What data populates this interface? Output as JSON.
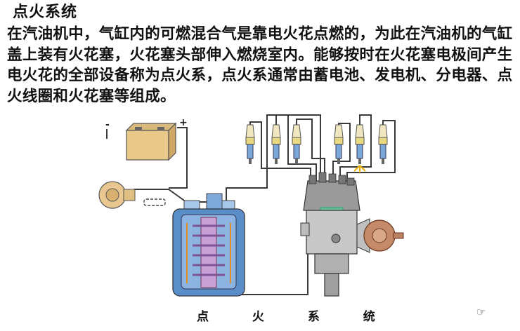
{
  "slide": {
    "title": "点火系统",
    "body": "在汽油机中，气缸内的可燃混合气是靠电火花点燃的，为此在汽油机的气缸盖上装有火花塞，火花塞头部伸入燃烧室内。能够按时在火花塞电极间产生电火花的全部设备称为点火系，点火系通常由蓄电池、发电机、分电器、点火线圈和火花塞等组成。"
  },
  "diagram": {
    "battery_minus": "-",
    "battery_plus": "+",
    "caption": "点 火 系 统",
    "pointer_icon": "hand-pointer-icon",
    "colors": {
      "wire": "#3a3a3a",
      "battery": "#e9c98a",
      "coil": "#5a8ec8",
      "coil_winding": "#b08cc6",
      "distributor": "#b8b8b8",
      "distributor_cap": "#6bbf9a",
      "vacuum_unit": "#c48a6a",
      "spark_plug": "#e8d880"
    }
  }
}
